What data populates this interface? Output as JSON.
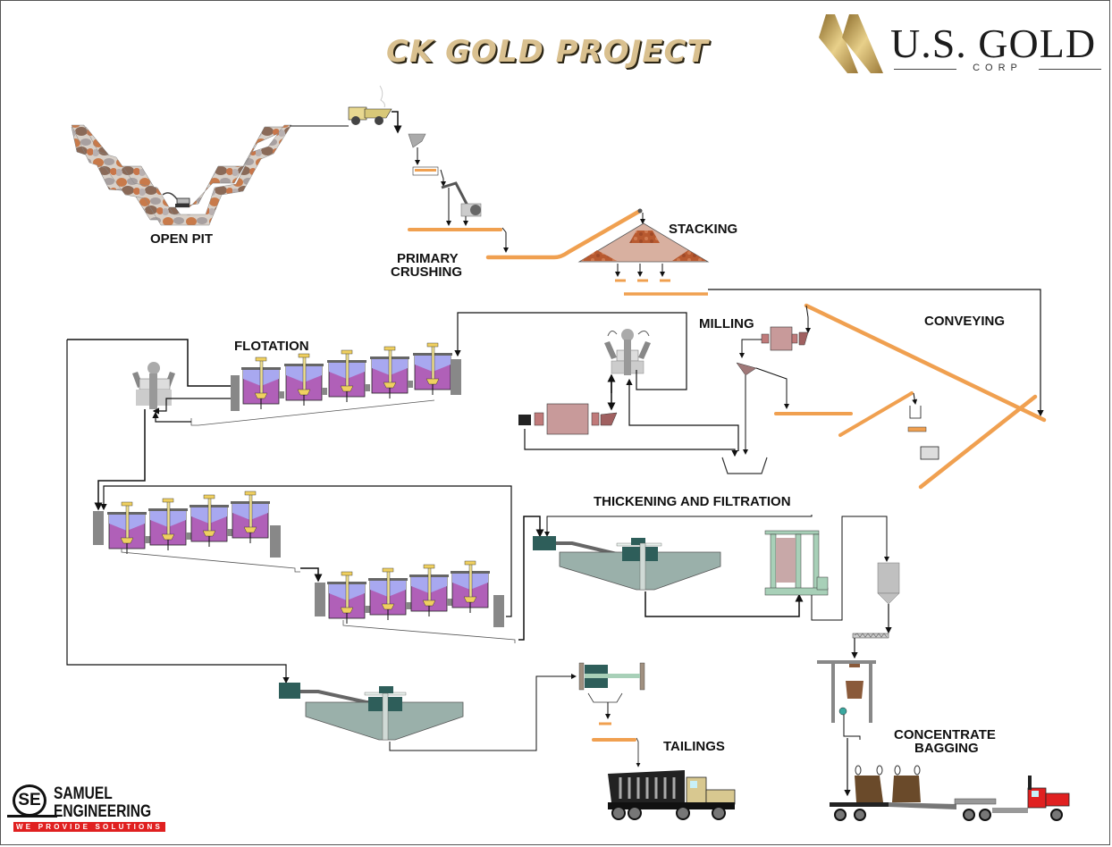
{
  "title": "CK GOLD PROJECT",
  "logos": {
    "client": {
      "name": "U.S. GOLD",
      "sub": "CORP"
    },
    "engineer": {
      "initials": "SE",
      "line1": "SAMUEL",
      "line2": "ENGINEERING",
      "tagline": "WE PROVIDE SOLUTIONS"
    }
  },
  "sections": {
    "open_pit": "OPEN PIT",
    "primary_crushing_1": "PRIMARY",
    "primary_crushing_2": "CRUSHING",
    "stacking": "STACKING",
    "milling": "MILLING",
    "conveying": "CONVEYING",
    "flotation": "FLOTATION",
    "thickening": "THICKENING AND FILTRATION",
    "tailings": "TAILINGS",
    "bagging_1": "CONCENTRATE",
    "bagging_2": "BAGGING"
  },
  "colors": {
    "title_gold": "#d9c08f",
    "conveyor": "#f0a050",
    "flotation_cell": "#b060b8",
    "flotation_froth": "#a8a8f0",
    "thickener": "#9ab0aa",
    "thickener_dark": "#2e5e5a",
    "mill": "#c89a9a",
    "stockpile": "#d8b0a0",
    "brand_red": "#e02020"
  }
}
